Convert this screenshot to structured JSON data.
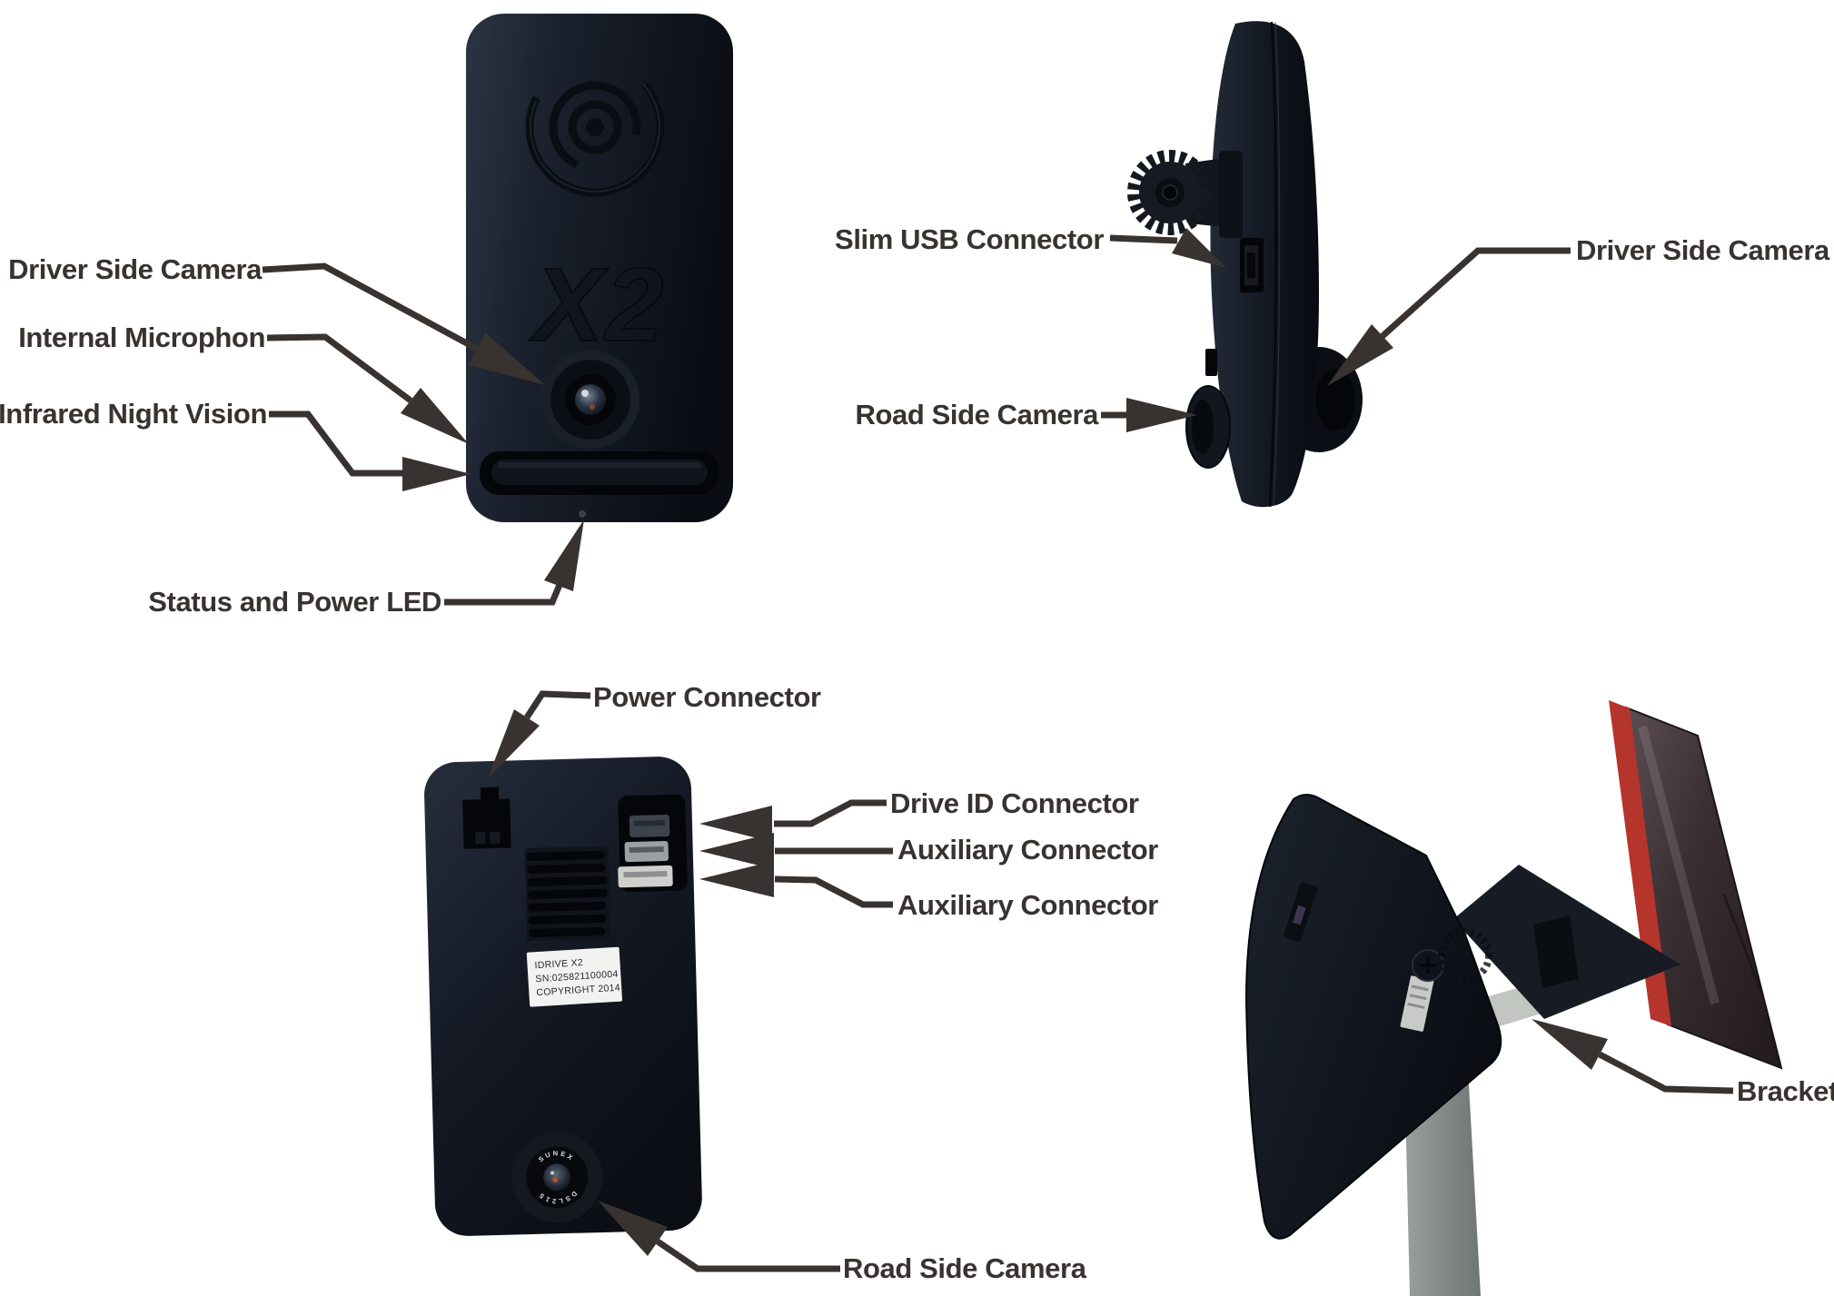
{
  "figure": {
    "description": "IDRIVE X2 dash camera hardware callout diagram",
    "views": [
      "front",
      "side",
      "back",
      "bracket"
    ]
  },
  "front_view": {
    "embossed_text": "X2",
    "labels": {
      "driver_side_camera": "Driver Side Camera",
      "internal_microphone": "Internal Microphon",
      "infrared_night_vision": "Infrared Night Vision",
      "status_power_led": "Status and Power LED"
    }
  },
  "side_view": {
    "labels": {
      "slim_usb_connector": "Slim USB Connector",
      "road_side_camera": "Road Side Camera",
      "driver_side_camera": "Driver Side Camera"
    }
  },
  "back_view": {
    "labels": {
      "power_connector": "Power Connector",
      "drive_id_connector": "Drive ID Connector",
      "auxiliary_connector_top": "Auxiliary Connector",
      "auxiliary_connector_bottom": "Auxiliary Connector",
      "road_side_camera": "Road Side Camera"
    },
    "sticker": {
      "line1": "IDRIVE X2",
      "line2": "SN:025821100004",
      "line3": "COPYRIGHT 2014"
    },
    "lens_ring": {
      "top_text": "SUNEX",
      "bottom_text": "DSL215"
    }
  },
  "bracket_view": {
    "labels": {
      "bracket": "Bracket"
    }
  },
  "colors": {
    "background": "#ffffff",
    "label_text": "#383331",
    "leader": "#383331",
    "device_body_dark": "#10141c",
    "device_body_light": "#2a3342",
    "adhesive_red": "#b5342c"
  }
}
